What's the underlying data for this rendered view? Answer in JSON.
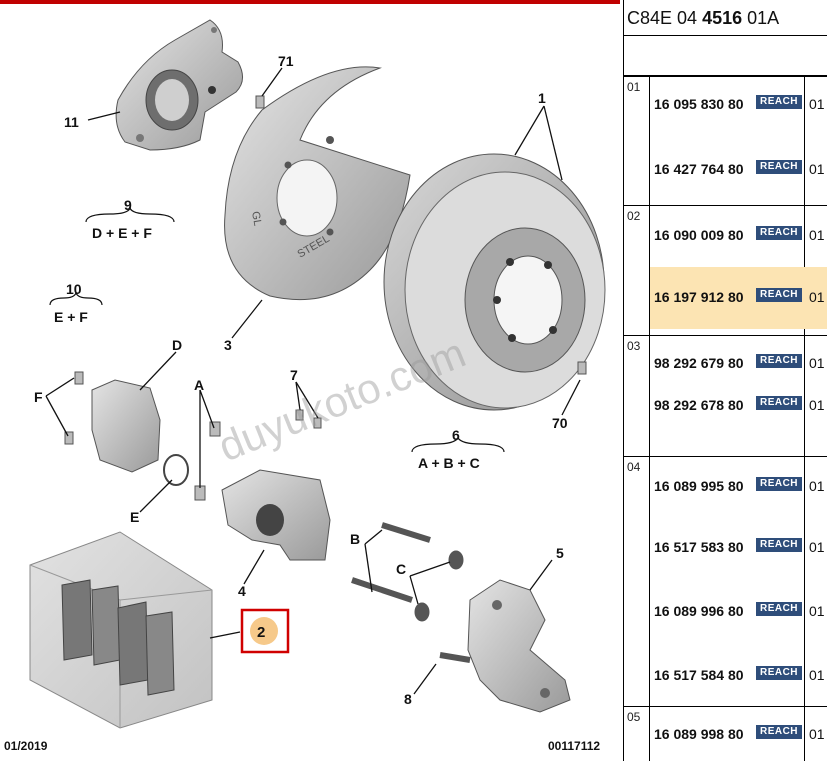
{
  "header": {
    "code_prefix": "C84E 04",
    "code_bold": "4516",
    "code_suffix": "01A"
  },
  "callouts": {
    "c1": "1",
    "c2": "2",
    "c3": "3",
    "c4": "4",
    "c5": "5",
    "c6": "6",
    "c7": "7",
    "c8": "8",
    "c9": "9",
    "c10": "10",
    "c11": "11",
    "c70": "70",
    "c71": "71",
    "cA": "A",
    "cB": "B",
    "cC": "C",
    "cD": "D",
    "cE": "E",
    "cF": "F"
  },
  "kits": {
    "k6": "A + B + C",
    "k9": "D + E + F",
    "k10": "E + F"
  },
  "stamps": {
    "steel": "STEEL",
    "gl": "GL"
  },
  "footer": {
    "date": "01/2019",
    "number": "00117112"
  },
  "watermark": "duyukoto.com",
  "highlighted_callout": "2",
  "parts_panel": {
    "groups": [
      {
        "no": "01",
        "refs": [
          {
            "ref": "16 095 830 80",
            "badge": "REACH",
            "suffix": "01"
          },
          {
            "ref": "16 427 764 80",
            "badge": "REACH",
            "suffix": "01"
          }
        ]
      },
      {
        "no": "02",
        "refs": [
          {
            "ref": "16 090 009 80",
            "badge": "REACH",
            "suffix": "01"
          },
          {
            "ref": "16 197 912 80",
            "badge": "REACH",
            "suffix": "01",
            "highlighted": true
          }
        ]
      },
      {
        "no": "03",
        "refs": [
          {
            "ref": "98 292 679 80",
            "badge": "REACH",
            "suffix": "01"
          },
          {
            "ref": "98 292 678 80",
            "badge": "REACH",
            "suffix": "01"
          }
        ]
      },
      {
        "no": "04",
        "refs": [
          {
            "ref": "16 089 995 80",
            "badge": "REACH",
            "suffix": "01"
          },
          {
            "ref": "16 517 583 80",
            "badge": "REACH",
            "suffix": "01"
          },
          {
            "ref": "16 089 996 80",
            "badge": "REACH",
            "suffix": "01"
          },
          {
            "ref": "16 517 584 80",
            "badge": "REACH",
            "suffix": "01"
          }
        ]
      },
      {
        "no": "05",
        "refs": [
          {
            "ref": "16 089 998 80",
            "badge": "REACH",
            "suffix": "01"
          }
        ]
      }
    ]
  },
  "colors": {
    "accent_red": "#c00000",
    "badge_blue": "#2e4d7a",
    "highlight": "#fce4b3",
    "callout_fill": "#f6c98a"
  }
}
